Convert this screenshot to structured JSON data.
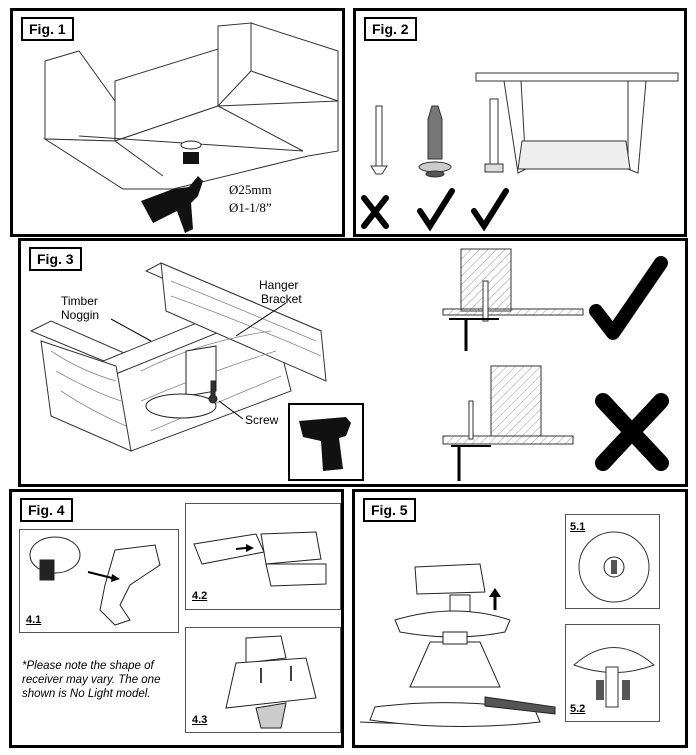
{
  "fig1": {
    "label": "Fig. 1",
    "dim_mm": "Ø25mm",
    "dim_in": "Ø1-1/8”"
  },
  "fig2": {
    "label": "Fig. 2"
  },
  "fig3": {
    "label": "Fig. 3",
    "timber_line1": "Timber",
    "timber_line2": "Noggin",
    "hanger_line1": "Hanger",
    "hanger_line2": "Bracket",
    "screw": "Screw"
  },
  "fig4": {
    "label": "Fig. 4",
    "sub1": "4.1",
    "sub2": "4.2",
    "sub3": "4.3",
    "note": "*Please note the shape of receiver may vary. The one shown is No Light model."
  },
  "fig5": {
    "label": "Fig. 5",
    "sub1": "5.1",
    "sub2": "5.2"
  }
}
